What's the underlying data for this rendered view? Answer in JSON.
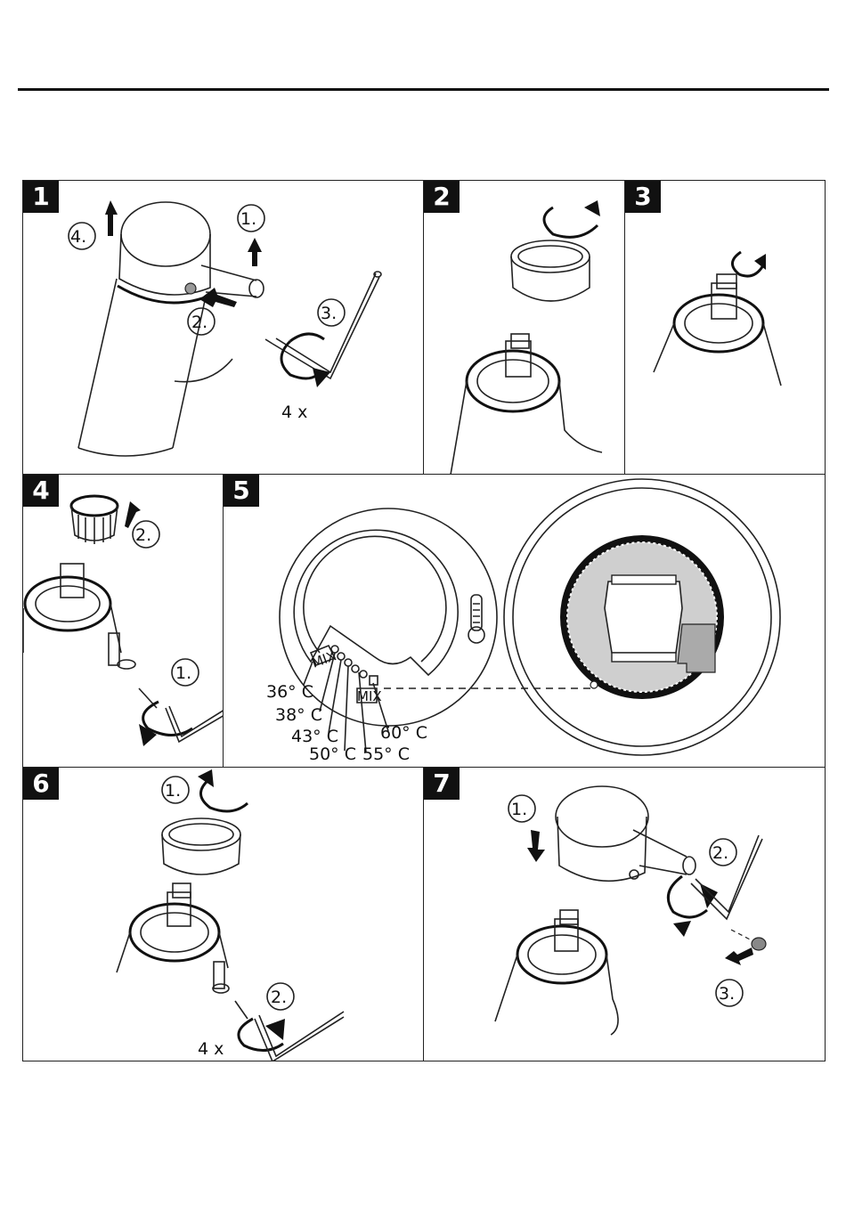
{
  "steps": [
    {
      "number": "1",
      "labels": {
        "a": "1.",
        "b": "2.",
        "c": "3.",
        "d": "4.",
        "count": "4 x"
      }
    },
    {
      "number": "2"
    },
    {
      "number": "3"
    },
    {
      "number": "4",
      "labels": {
        "a": "1.",
        "b": "2."
      }
    },
    {
      "number": "5",
      "temperatures": [
        "36° C",
        "38° C",
        "43° C",
        "50° C",
        "55° C",
        "60° C"
      ],
      "mix_label": "MIX"
    },
    {
      "number": "6",
      "labels": {
        "a": "1.",
        "b": "2.",
        "count": "4 x"
      }
    },
    {
      "number": "7",
      "labels": {
        "a": "1.",
        "b": "2.",
        "c": "3."
      }
    }
  ],
  "icons": {
    "thermometer": "thermometer-icon",
    "arrow": "arrow-icon",
    "rotate": "rotate-arrow-icon"
  }
}
